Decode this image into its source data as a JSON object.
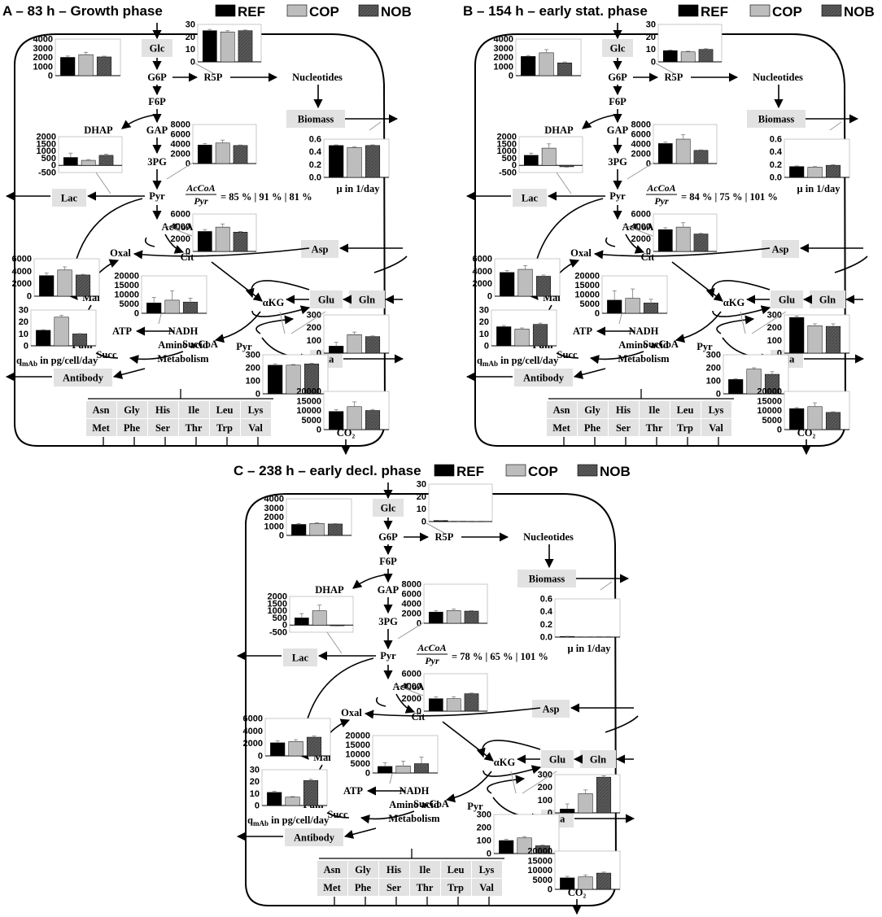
{
  "legend": [
    {
      "name": "REF",
      "color": "#000000"
    },
    {
      "name": "COP",
      "color": "#bdbdbd"
    },
    {
      "name": "NOB",
      "color": "#5a5a5a"
    }
  ],
  "metabolites": {
    "glc": "Glc",
    "g6p": "G6P",
    "r5p": "R5P",
    "nucleotides": "Nucleotides",
    "biomass": "Biomass",
    "f6p": "F6P",
    "dhap": "DHAP",
    "gap": "GAP",
    "pg3": "3PG",
    "pyr": "Pyr",
    "lac": "Lac",
    "acoa": "AcCoA",
    "oxal": "Oxal",
    "cit": "Cit",
    "asp": "Asp",
    "mal": "Mal",
    "akg": "αKG",
    "glu": "Glu",
    "gln": "Gln",
    "fum": "Fum",
    "atp": "ATP",
    "nadh": "NADH",
    "succ": "Succ",
    "succoa": "SucCoA",
    "pyr2": "Pyr",
    "ala": "Ala",
    "amino1": "Amino acid",
    "amino2": "Metabolism",
    "antibody": "Antibody",
    "co2": "CO₂",
    "mu": "μ in 1/day",
    "qmab": "q",
    "qmab_sub": "mAb",
    "qmab_rest": " in pg/cell/day",
    "ratio_num": "AcCoA",
    "ratio_den": "Pyr"
  },
  "amino_acids": [
    [
      "Asn",
      "Gly",
      "His",
      "Ile",
      "Leu",
      "Lys"
    ],
    [
      "Met",
      "Phe",
      "Ser",
      "Thr",
      "Trp",
      "Val"
    ]
  ],
  "panels": [
    {
      "id": "A",
      "title": "A – 83 h – Growth phase",
      "ratio_text": "= 85 % | 91 % | 81 %",
      "chart_data": [
        {
          "name": "glc",
          "type": "bar",
          "ylim": [
            0,
            4000
          ],
          "ticks": [
            "4000",
            "3000",
            "2000",
            "1000",
            "0"
          ],
          "values": [
            2000,
            2300,
            2050
          ],
          "err": [
            150,
            250,
            80
          ]
        },
        {
          "name": "r5p",
          "type": "bar",
          "ylim": [
            0,
            30
          ],
          "ticks": [
            "30",
            "20",
            "10",
            "0"
          ],
          "values": [
            25,
            24,
            25
          ],
          "err": [
            1,
            1,
            0.5
          ]
        },
        {
          "name": "pyr_glyc",
          "type": "bar",
          "ylim": [
            0,
            8000
          ],
          "ticks": [
            "8000",
            "6000",
            "4000",
            "2000",
            "0"
          ],
          "values": [
            3800,
            4200,
            3700
          ],
          "err": [
            300,
            600,
            100
          ]
        },
        {
          "name": "lac",
          "type": "bar",
          "ylim": [
            -500,
            2000
          ],
          "ticks": [
            "2000",
            "1500",
            "1000",
            "500",
            "0",
            "-500"
          ],
          "values": [
            550,
            350,
            700
          ],
          "err": [
            300,
            50,
            80
          ]
        },
        {
          "name": "mu",
          "type": "bar",
          "ylim": [
            0,
            0.6
          ],
          "ticks": [
            "0.6",
            "0.4",
            "0.2",
            "0.0"
          ],
          "values": [
            0.5,
            0.47,
            0.5
          ],
          "err": [
            0.01,
            0.01,
            0.01
          ]
        },
        {
          "name": "cit",
          "type": "bar",
          "ylim": [
            0,
            6000
          ],
          "ticks": [
            "6000",
            "4000",
            "2000",
            "0"
          ],
          "values": [
            3200,
            3900,
            3100
          ],
          "err": [
            300,
            500,
            100
          ]
        },
        {
          "name": "mal",
          "type": "bar",
          "ylim": [
            0,
            6000
          ],
          "ticks": [
            "6000",
            "4000",
            "2000",
            "0"
          ],
          "values": [
            3300,
            4200,
            3400
          ],
          "err": [
            400,
            500,
            100
          ]
        },
        {
          "name": "akg",
          "type": "bar",
          "ylim": [
            0,
            20000
          ],
          "ticks": [
            "20000",
            "15000",
            "10000",
            "5000",
            "0"
          ],
          "values": [
            5500,
            7000,
            6000
          ],
          "err": [
            3000,
            5000,
            2000
          ]
        },
        {
          "name": "qmab",
          "type": "bar",
          "ylim": [
            0,
            30
          ],
          "ticks": [
            "30",
            "20",
            "10",
            "0"
          ],
          "values": [
            13,
            24,
            10
          ],
          "err": [
            0.5,
            1.5,
            0.3
          ]
        },
        {
          "name": "glu_ala",
          "type": "bar",
          "ylim": [
            0,
            300
          ],
          "ticks": [
            "300",
            "200",
            "100",
            "0"
          ],
          "values": [
            55,
            145,
            130
          ],
          "err": [
            30,
            20,
            5
          ]
        },
        {
          "name": "pyr_ala",
          "type": "bar",
          "ylim": [
            0,
            300
          ],
          "ticks": [
            "300",
            "200",
            "100",
            "0"
          ],
          "values": [
            220,
            220,
            230
          ],
          "err": [
            10,
            5,
            5
          ]
        },
        {
          "name": "co2",
          "type": "bar",
          "ylim": [
            0,
            20000
          ],
          "ticks": [
            "20000",
            "15000",
            "10000",
            "5000",
            "0"
          ],
          "values": [
            9500,
            12000,
            10000
          ],
          "err": [
            1000,
            2500,
            500
          ]
        }
      ]
    },
    {
      "id": "B",
      "title": "B – 154 h – early stat. phase",
      "ratio_text": "= 84 % | 75 % | 101 %",
      "chart_data": [
        {
          "name": "glc",
          "type": "bar",
          "ylim": [
            0,
            4000
          ],
          "ticks": [
            "4000",
            "3000",
            "2000",
            "1000",
            "0"
          ],
          "values": [
            2100,
            2500,
            1400
          ],
          "err": [
            100,
            350,
            100
          ]
        },
        {
          "name": "r5p",
          "type": "bar",
          "ylim": [
            0,
            30
          ],
          "ticks": [
            "30",
            "20",
            "10",
            "0"
          ],
          "values": [
            9,
            8,
            10
          ],
          "err": [
            0.5,
            0.5,
            0.5
          ]
        },
        {
          "name": "pyr_glyc",
          "type": "bar",
          "ylim": [
            0,
            8000
          ],
          "ticks": [
            "8000",
            "6000",
            "4000",
            "2000",
            "0"
          ],
          "values": [
            4100,
            5000,
            2700
          ],
          "err": [
            300,
            900,
            100
          ]
        },
        {
          "name": "lac",
          "type": "bar",
          "ylim": [
            -500,
            2000
          ],
          "ticks": [
            "2000",
            "1500",
            "1000",
            "500",
            "0",
            "-500"
          ],
          "values": [
            700,
            1200,
            -100
          ],
          "err": [
            150,
            300,
            30
          ]
        },
        {
          "name": "mu",
          "type": "bar",
          "ylim": [
            0,
            0.6
          ],
          "ticks": [
            "0.6",
            "0.4",
            "0.2",
            "0.0"
          ],
          "values": [
            0.17,
            0.16,
            0.19
          ],
          "err": [
            0.01,
            0.01,
            0.01
          ]
        },
        {
          "name": "cit",
          "type": "bar",
          "ylim": [
            0,
            6000
          ],
          "ticks": [
            "6000",
            "4000",
            "2000",
            "0"
          ],
          "values": [
            3500,
            3900,
            2800
          ],
          "err": [
            300,
            700,
            100
          ]
        },
        {
          "name": "mal",
          "type": "bar",
          "ylim": [
            0,
            6000
          ],
          "ticks": [
            "6000",
            "4000",
            "2000",
            "0"
          ],
          "values": [
            3800,
            4300,
            3200
          ],
          "err": [
            300,
            600,
            200
          ]
        },
        {
          "name": "akg",
          "type": "bar",
          "ylim": [
            0,
            20000
          ],
          "ticks": [
            "20000",
            "15000",
            "10000",
            "5000",
            "0"
          ],
          "values": [
            7000,
            8000,
            5500
          ],
          "err": [
            5000,
            5000,
            2000
          ]
        },
        {
          "name": "qmab",
          "type": "bar",
          "ylim": [
            0,
            30
          ],
          "ticks": [
            "30",
            "20",
            "10",
            "0"
          ],
          "values": [
            16,
            14,
            18
          ],
          "err": [
            1,
            1,
            1
          ]
        },
        {
          "name": "glu_ala",
          "type": "bar",
          "ylim": [
            0,
            300
          ],
          "ticks": [
            "300",
            "200",
            "100",
            "0"
          ],
          "values": [
            280,
            215,
            210
          ],
          "err": [
            10,
            15,
            20
          ]
        },
        {
          "name": "pyr_ala",
          "type": "bar",
          "ylim": [
            0,
            300
          ],
          "ticks": [
            "300",
            "200",
            "100",
            "0"
          ],
          "values": [
            110,
            190,
            150
          ],
          "err": [
            5,
            10,
            20
          ]
        },
        {
          "name": "co2",
          "type": "bar",
          "ylim": [
            0,
            20000
          ],
          "ticks": [
            "20000",
            "15000",
            "10000",
            "5000",
            "0"
          ],
          "values": [
            11000,
            12000,
            9000
          ],
          "err": [
            500,
            2000,
            300
          ]
        }
      ]
    },
    {
      "id": "C",
      "title": "C – 238 h – early decl. phase",
      "ratio_text": "= 78 % | 65 % | 101 %",
      "chart_data": [
        {
          "name": "glc",
          "type": "bar",
          "ylim": [
            0,
            4000
          ],
          "ticks": [
            "4000",
            "3000",
            "2000",
            "1000",
            "0"
          ],
          "values": [
            1200,
            1300,
            1250
          ],
          "err": [
            100,
            80,
            50
          ]
        },
        {
          "name": "r5p",
          "type": "bar",
          "ylim": [
            0,
            30
          ],
          "ticks": [
            "30",
            "20",
            "10",
            "0"
          ],
          "values": [
            0.8,
            0.3,
            0.2
          ],
          "err": [
            0.1,
            0.1,
            0.1
          ]
        },
        {
          "name": "pyr_glyc",
          "type": "bar",
          "ylim": [
            0,
            8000
          ],
          "ticks": [
            "8000",
            "6000",
            "4000",
            "2000",
            "0"
          ],
          "values": [
            2300,
            2600,
            2500
          ],
          "err": [
            300,
            300,
            100
          ]
        },
        {
          "name": "lac",
          "type": "bar",
          "ylim": [
            -500,
            2000
          ],
          "ticks": [
            "2000",
            "1500",
            "1000",
            "500",
            "0",
            "-500"
          ],
          "values": [
            500,
            1000,
            -50
          ],
          "err": [
            300,
            400,
            20
          ]
        },
        {
          "name": "mu",
          "type": "bar",
          "ylim": [
            0,
            0.6
          ],
          "ticks": [
            "0.6",
            "0.4",
            "0.2",
            "0.0"
          ],
          "values": [
            0.01,
            0.005,
            0.005
          ],
          "err": [
            0.003,
            0.002,
            0.002
          ]
        },
        {
          "name": "cit",
          "type": "bar",
          "ylim": [
            0,
            6000
          ],
          "ticks": [
            "6000",
            "4000",
            "2000",
            "0"
          ],
          "values": [
            2000,
            2000,
            2800
          ],
          "err": [
            300,
            300,
            100
          ]
        },
        {
          "name": "mal",
          "type": "bar",
          "ylim": [
            0,
            6000
          ],
          "ticks": [
            "6000",
            "4000",
            "2000",
            "0"
          ],
          "values": [
            2100,
            2300,
            3000
          ],
          "err": [
            300,
            300,
            200
          ]
        },
        {
          "name": "akg",
          "type": "bar",
          "ylim": [
            0,
            20000
          ],
          "ticks": [
            "20000",
            "15000",
            "10000",
            "5000",
            "0"
          ],
          "values": [
            3500,
            3800,
            5000
          ],
          "err": [
            2000,
            2500,
            3500
          ]
        },
        {
          "name": "qmab",
          "type": "bar",
          "ylim": [
            0,
            30
          ],
          "ticks": [
            "30",
            "20",
            "10",
            "0"
          ],
          "values": [
            11,
            7,
            21
          ],
          "err": [
            1,
            0.5,
            1
          ]
        },
        {
          "name": "glu_ala",
          "type": "bar",
          "ylim": [
            0,
            300
          ],
          "ticks": [
            "300",
            "200",
            "100",
            "0"
          ],
          "values": [
            30,
            150,
            280
          ],
          "err": [
            40,
            30,
            10
          ]
        },
        {
          "name": "pyr_ala",
          "type": "bar",
          "ylim": [
            0,
            300
          ],
          "ticks": [
            "300",
            "200",
            "100",
            "0"
          ],
          "values": [
            100,
            120,
            60
          ],
          "err": [
            10,
            10,
            5
          ]
        },
        {
          "name": "co2",
          "type": "bar",
          "ylim": [
            0,
            20000
          ],
          "ticks": [
            "20000",
            "15000",
            "10000",
            "5000",
            "0"
          ],
          "values": [
            6000,
            6500,
            8500
          ],
          "err": [
            800,
            1000,
            500
          ]
        }
      ]
    }
  ]
}
